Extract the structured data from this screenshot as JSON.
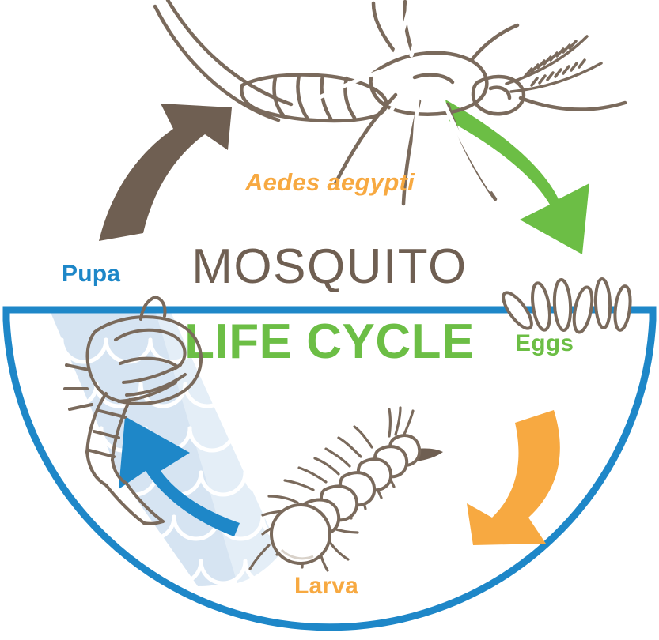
{
  "diagram": {
    "title_line1": "MOSQUITO",
    "title_line2": "LIFE CYCLE",
    "species_label": "Aedes aegypti",
    "stages": [
      {
        "key": "eggs",
        "label": "Eggs",
        "color": "#6CBE45"
      },
      {
        "key": "larva",
        "label": "Larva",
        "color": "#F7A941"
      },
      {
        "key": "pupa",
        "label": "Pupa",
        "color": "#1E87C8"
      },
      {
        "key": "adult",
        "label": "Aedes aegypti",
        "color": "#F7A941"
      }
    ],
    "arrows": [
      {
        "key": "adult-to-eggs",
        "color": "#6CBE45",
        "from": "adult",
        "to": "eggs"
      },
      {
        "key": "eggs-to-larva",
        "color": "#F7A941",
        "from": "eggs",
        "to": "larva"
      },
      {
        "key": "larva-to-pupa",
        "color": "#1E87C8",
        "from": "larva",
        "to": "pupa"
      },
      {
        "key": "pupa-to-adult",
        "color": "#6F5F52",
        "from": "pupa",
        "to": "adult"
      }
    ],
    "colors": {
      "brown": "#6F5F52",
      "brown_line": "#7A6A5C",
      "green": "#6CBE45",
      "orange": "#F7A941",
      "blue": "#1E87C8",
      "water_fill": "#D6E4F2",
      "white": "#FFFFFF"
    },
    "water": {
      "surface_label": "water-surface-line",
      "container_label": "water-container-bowl"
    },
    "egg_count": 6
  }
}
